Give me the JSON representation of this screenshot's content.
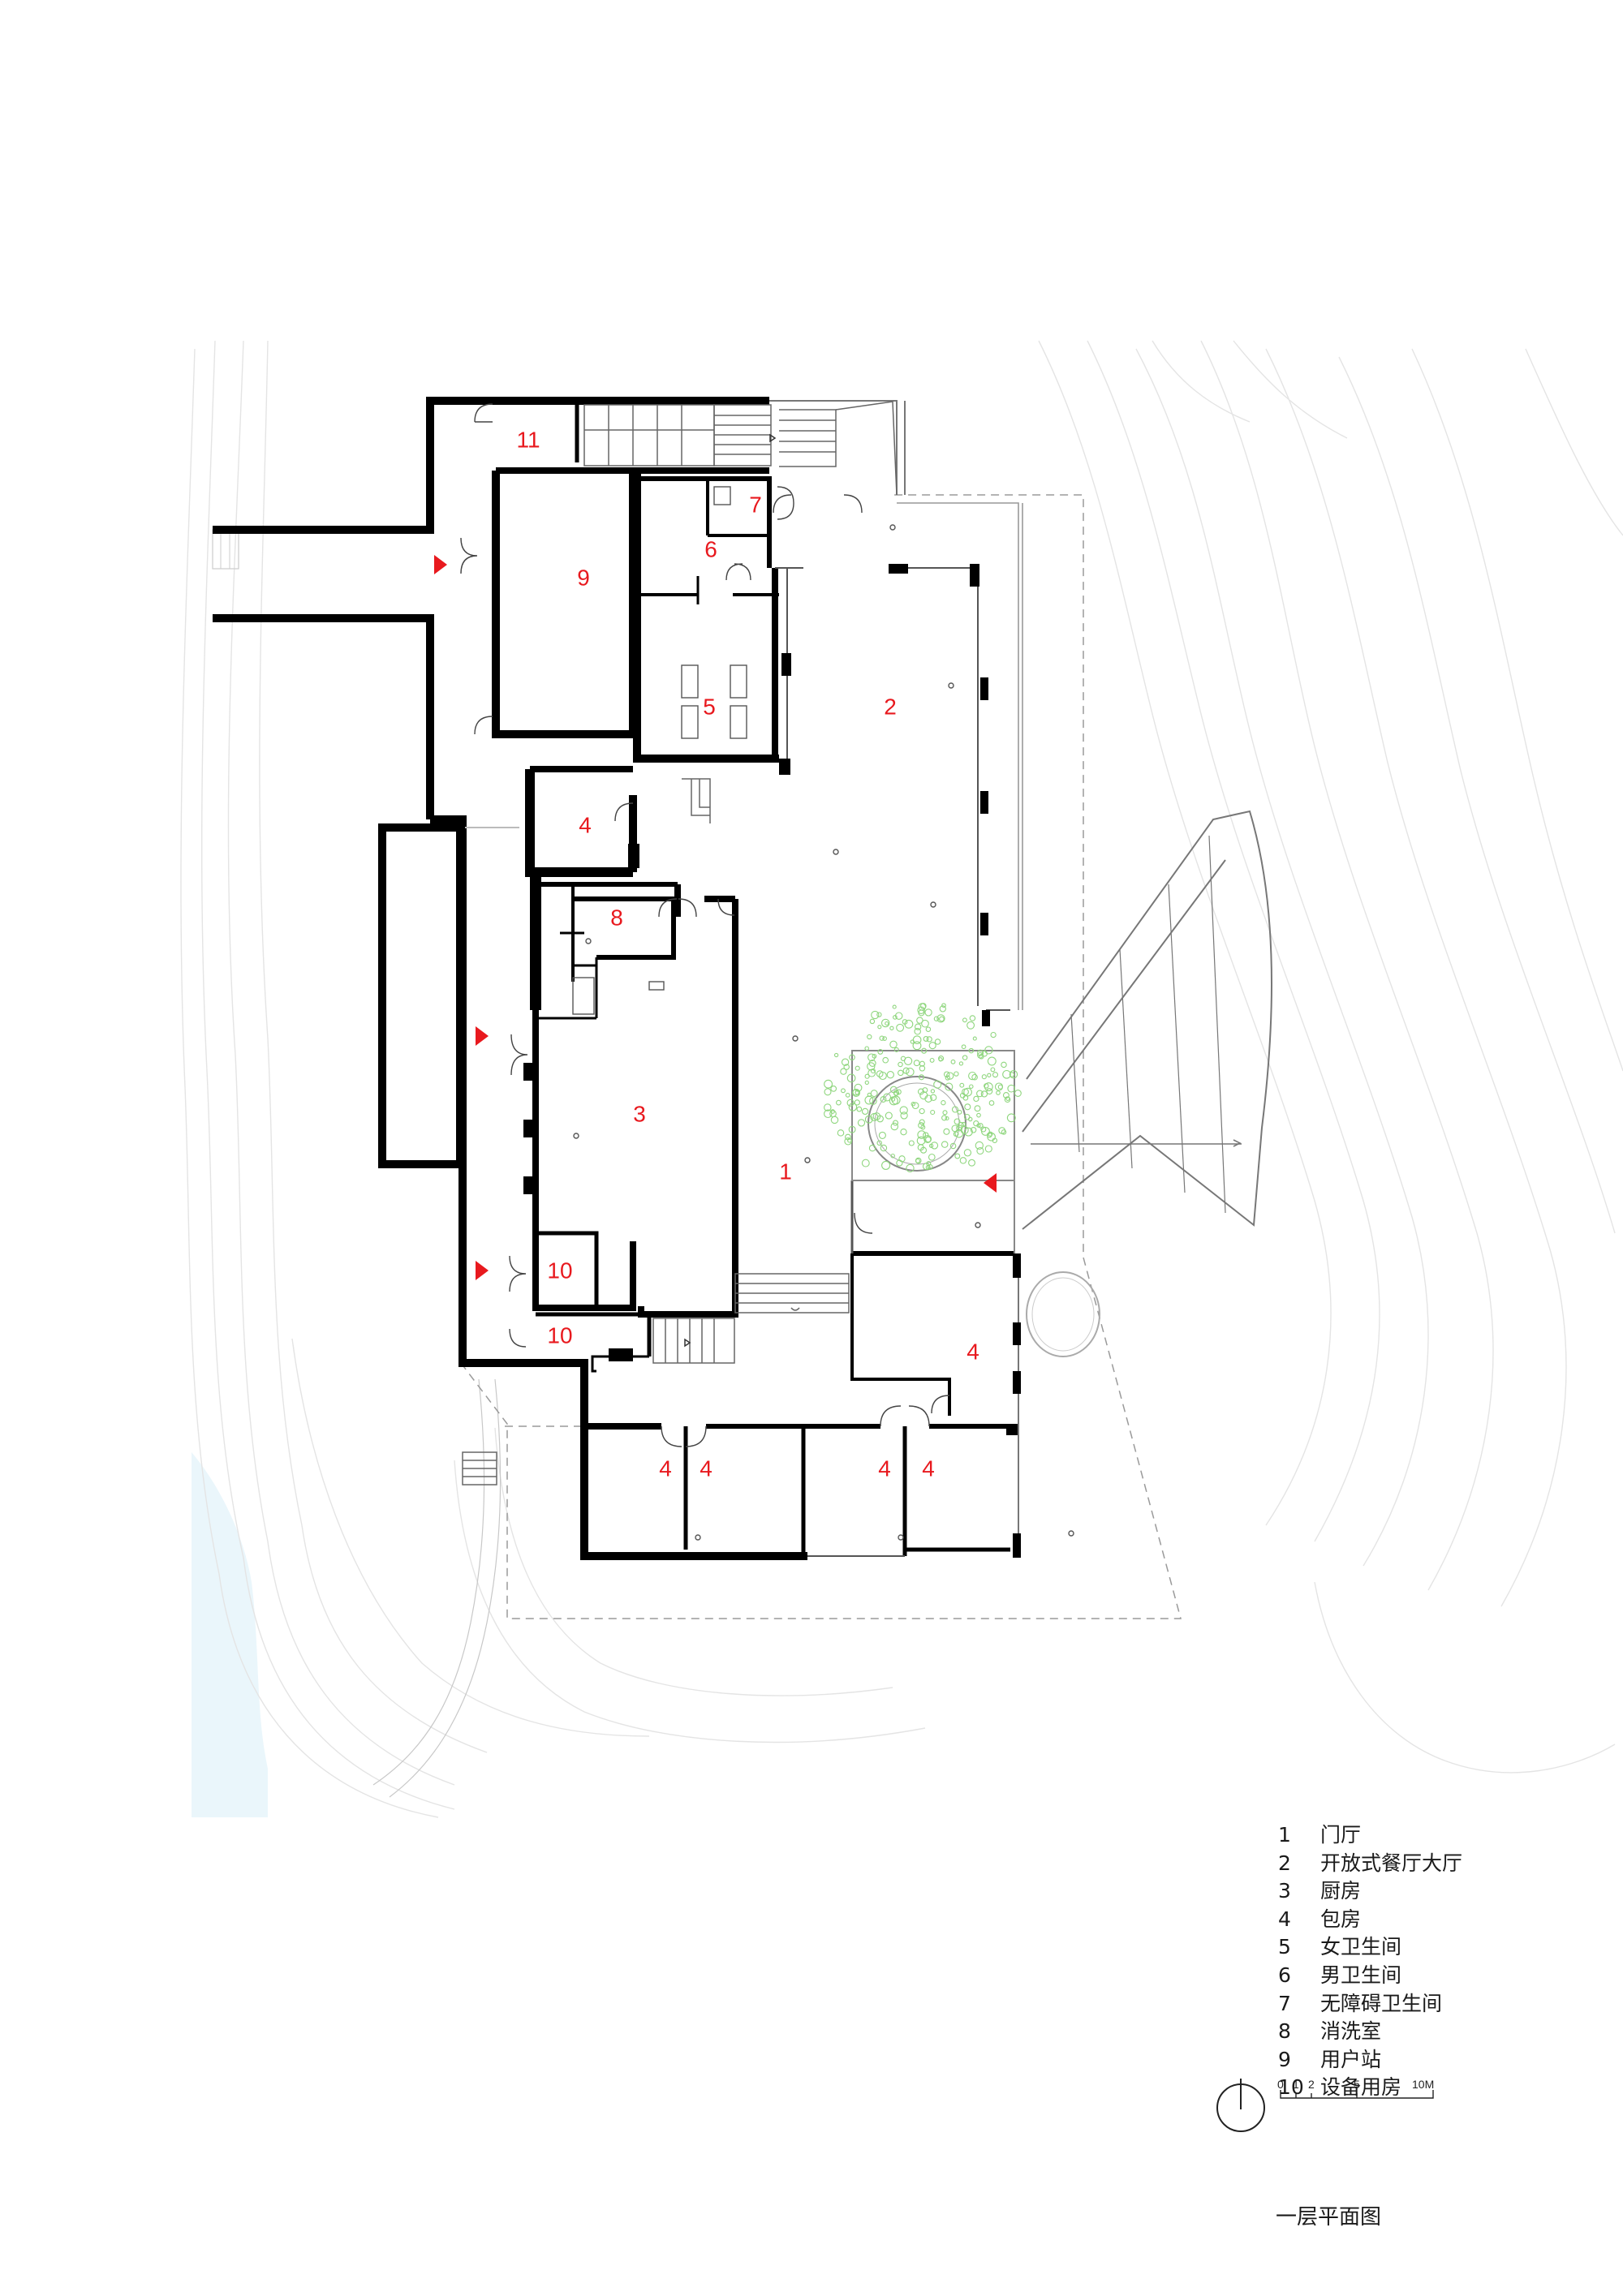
{
  "plan": {
    "title": "一层平面图",
    "room_labels": [
      {
        "id": "r11",
        "text": "11"
      },
      {
        "id": "r9",
        "text": "9"
      },
      {
        "id": "r7",
        "text": "7"
      },
      {
        "id": "r6",
        "text": "6"
      },
      {
        "id": "r5",
        "text": "5"
      },
      {
        "id": "r2",
        "text": "2"
      },
      {
        "id": "r4a",
        "text": "4"
      },
      {
        "id": "r8",
        "text": "8"
      },
      {
        "id": "r3",
        "text": "3"
      },
      {
        "id": "r1",
        "text": "1"
      },
      {
        "id": "r10a",
        "text": "10"
      },
      {
        "id": "r10b",
        "text": "10"
      },
      {
        "id": "r4b",
        "text": "4"
      },
      {
        "id": "r4c",
        "text": "4"
      },
      {
        "id": "r4d",
        "text": "4"
      },
      {
        "id": "r4e",
        "text": "4"
      },
      {
        "id": "r4f",
        "text": "4"
      }
    ],
    "legend": [
      {
        "num": "1",
        "name": "门厅"
      },
      {
        "num": "2",
        "name": "开放式餐厅大厅"
      },
      {
        "num": "3",
        "name": "厨房"
      },
      {
        "num": "4",
        "name": "包房"
      },
      {
        "num": "5",
        "name": "女卫生间"
      },
      {
        "num": "6",
        "name": "男卫生间"
      },
      {
        "num": "7",
        "name": "无障碍卫生间"
      },
      {
        "num": "8",
        "name": "消洗室"
      },
      {
        "num": "9",
        "name": "用户站"
      },
      {
        "num": "10",
        "name": "设备用房"
      }
    ],
    "scale_bar": {
      "ticks": [
        "0",
        "1",
        "2",
        "5",
        "10M"
      ]
    },
    "colors": {
      "wall": "#000000",
      "label": "#e8191e",
      "arrow": "#e8191e",
      "tree": "#7ccf6a",
      "water": "#eaf6fb",
      "contour": "#e3e3e3"
    }
  }
}
